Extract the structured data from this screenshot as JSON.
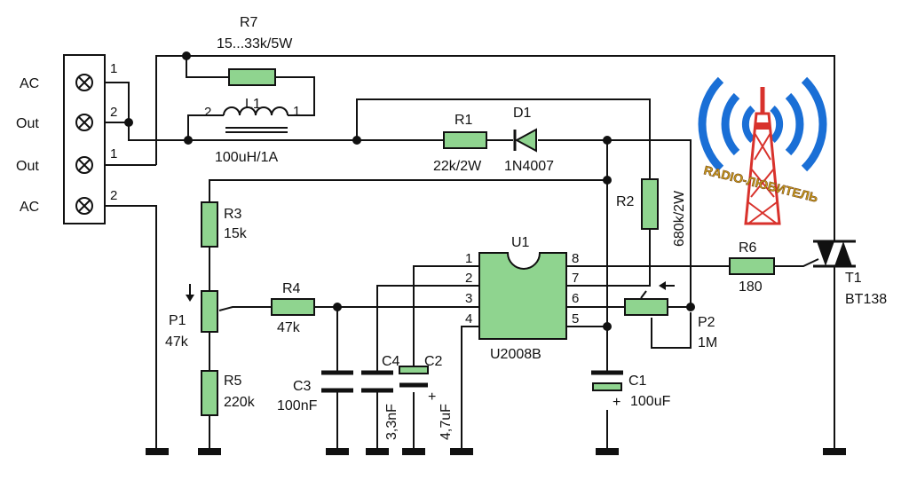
{
  "colors": {
    "component_fill": "#8fd48f",
    "wire": "#111111",
    "logo_blue": "#1a6fd6",
    "logo_red": "#d8322c"
  },
  "terminal": {
    "labels": [
      "AC",
      "Out",
      "Out",
      "AC"
    ],
    "pins": [
      "1",
      "2",
      "1",
      "2"
    ]
  },
  "r7": {
    "name": "R7",
    "value": "15...33k/5W"
  },
  "l1": {
    "name": "L1",
    "value": "100uH/1A",
    "pin_left": "2",
    "pin_right": "1"
  },
  "r1": {
    "name": "R1",
    "value": "22k/2W"
  },
  "d1": {
    "name": "D1",
    "value": "1N4007"
  },
  "r2": {
    "name": "R2",
    "value": "680k/2W"
  },
  "r3": {
    "name": "R3",
    "value": "15k"
  },
  "p1": {
    "name": "P1",
    "value": "47k"
  },
  "r4": {
    "name": "R4",
    "value": "47k"
  },
  "r5": {
    "name": "R5",
    "value": "220k"
  },
  "c3": {
    "name": "C3",
    "value": "100nF"
  },
  "c4": {
    "name": "C4",
    "value": "3,3nF"
  },
  "c2": {
    "name": "C2",
    "value": "4,7uF"
  },
  "u1": {
    "name": "U1",
    "part": "U2008B",
    "pins_left": [
      "1",
      "2",
      "3",
      "4"
    ],
    "pins_right": [
      "8",
      "7",
      "6",
      "5"
    ]
  },
  "c1": {
    "name": "C1",
    "value": "100uF"
  },
  "p2": {
    "name": "P2",
    "value": "1M"
  },
  "r6": {
    "name": "R6",
    "value": "180"
  },
  "t1": {
    "name": "T1",
    "part": "BT138"
  },
  "plus_sign": "+",
  "logo": {
    "text": "RADIO-ЛЮБИТЕЛЬ",
    "icon": "radio-tower-icon"
  }
}
